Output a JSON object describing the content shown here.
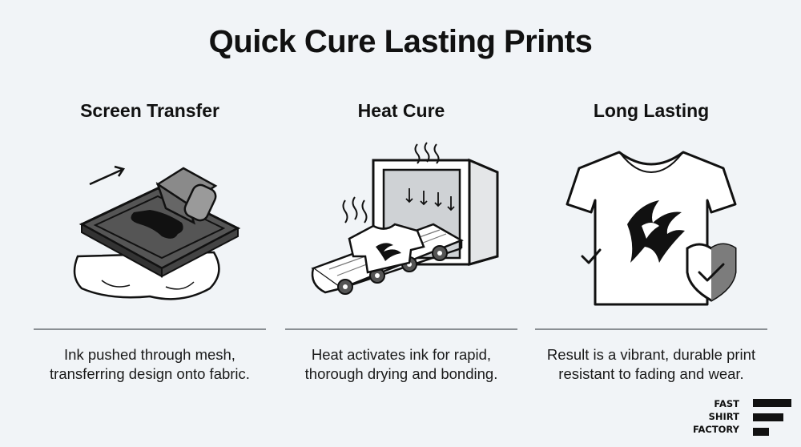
{
  "title": "Quick Cure Lasting Prints",
  "panels": [
    {
      "title": "Screen Transfer",
      "icon": "screen-printing-icon",
      "desc": [
        "Ink pushed through mesh,",
        "transferring design onto fabric."
      ]
    },
    {
      "title": "Heat Cure",
      "icon": "conveyor-dryer-icon",
      "desc": [
        "Heat activates ink for rapid,",
        "thorough drying and bonding."
      ]
    },
    {
      "title": "Long Lasting",
      "icon": "tshirt-shield-icon",
      "desc": [
        "Result is a vibrant, durable print",
        "resistant to fading and wear."
      ]
    }
  ],
  "logo": {
    "lines": [
      "FAST",
      "SHIRT",
      "FACTORY"
    ]
  },
  "colors": {
    "background": "#f1f4f7",
    "ink": "#111111",
    "divider": "#8a8f94",
    "accent_gray": "#7c7c7c"
  }
}
